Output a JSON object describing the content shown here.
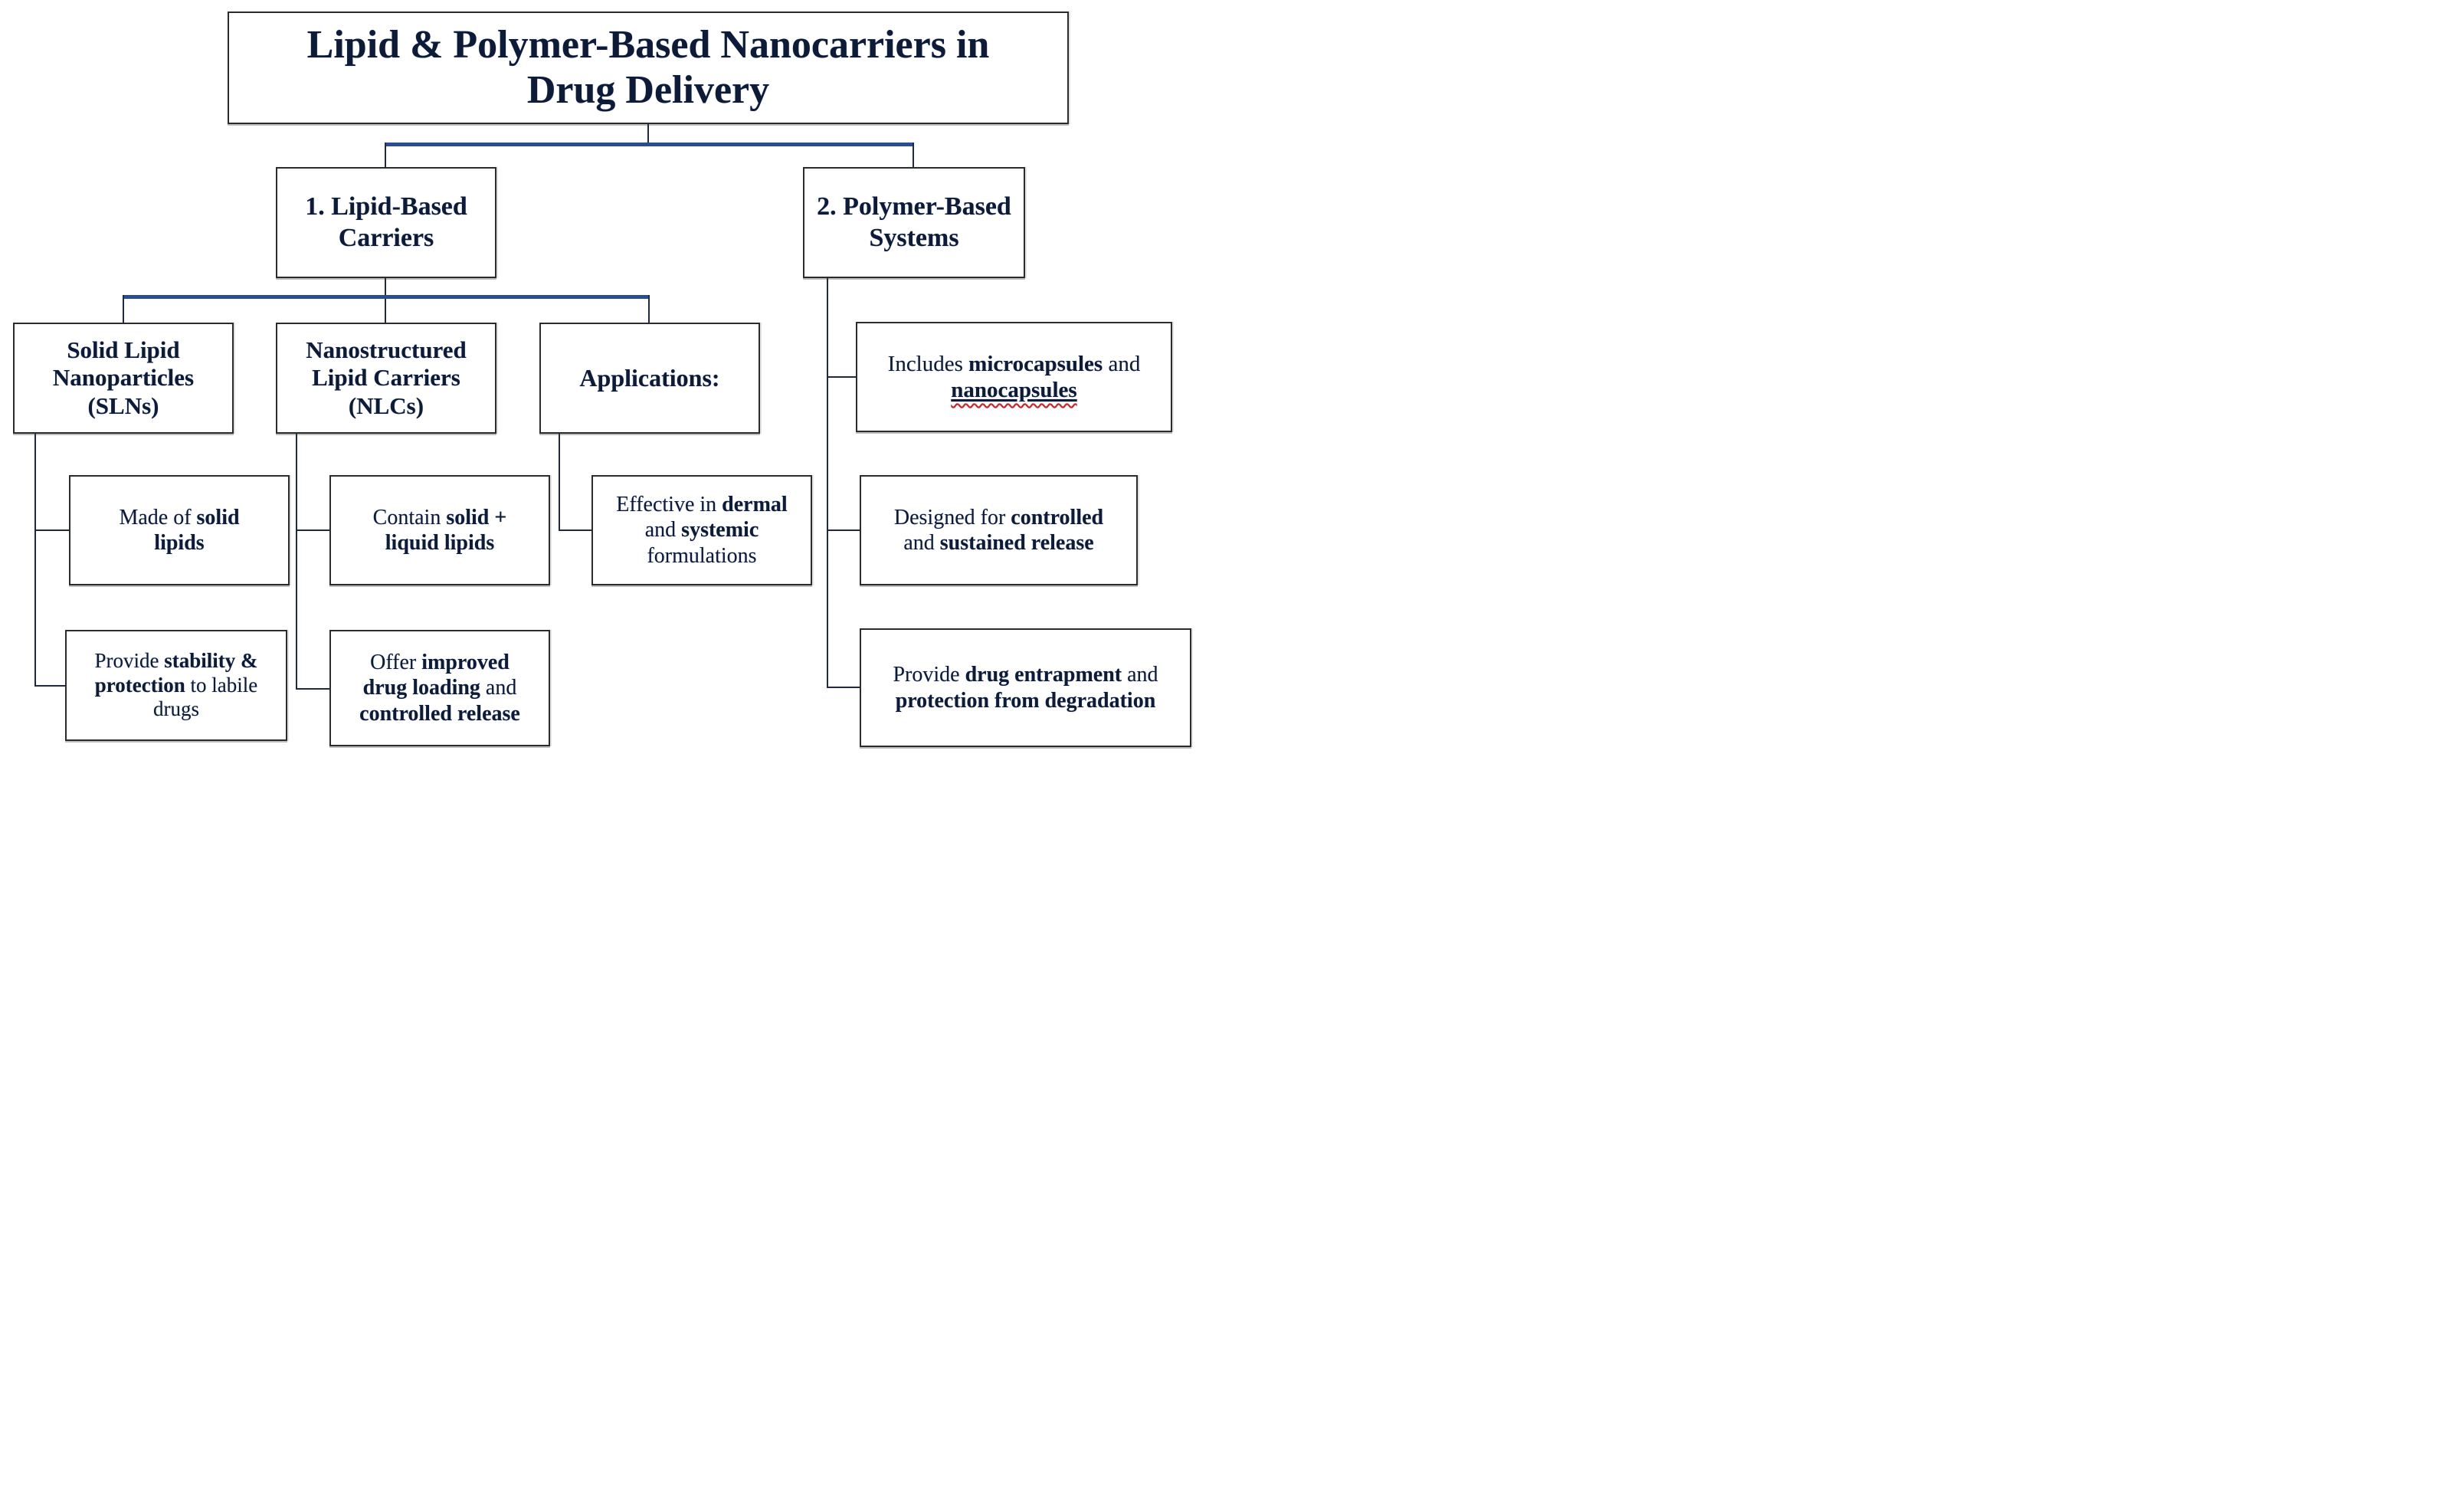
{
  "colors": {
    "text": "#0d1b36",
    "connector": "#202a3c",
    "connector_blue": "#2a4d8f",
    "box_border": "#2b2b2b",
    "spellcheck_red": "#cc2222"
  },
  "nodes": {
    "title": {
      "lines": [
        "Lipid & Polymer-Based Nanocarriers in",
        "Drug Delivery"
      ]
    },
    "lipid_carriers": {
      "lines": [
        "1. Lipid-Based",
        "Carriers"
      ]
    },
    "polymer_systems": {
      "lines": [
        "2. Polymer-Based",
        "Systems"
      ]
    },
    "sln": {
      "lines": [
        "Solid Lipid",
        "Nanoparticles",
        "(SLNs)"
      ]
    },
    "nlc": {
      "lines": [
        "Nanostructured",
        "Lipid Carriers",
        "(NLCs)"
      ]
    },
    "applications": {
      "lines": [
        "Applications:"
      ]
    },
    "includes": {
      "segments": [
        {
          "text": "Includes "
        },
        {
          "text": "microcapsules",
          "bold": true
        },
        {
          "text": " and\n"
        },
        {
          "text": "nanocapsules",
          "bold": true,
          "underline": true
        }
      ]
    },
    "made_of": {
      "segments": [
        {
          "text": "Made of "
        },
        {
          "text": "solid\nlipids",
          "bold": true
        }
      ]
    },
    "contain": {
      "segments": [
        {
          "text": "Contain "
        },
        {
          "text": "solid +\nliquid lipids",
          "bold": true
        }
      ]
    },
    "effective": {
      "segments": [
        {
          "text": "Effective in "
        },
        {
          "text": "dermal",
          "bold": true
        },
        {
          "text": "\nand "
        },
        {
          "text": "systemic",
          "bold": true
        },
        {
          "text": "\nformulations"
        }
      ]
    },
    "designed": {
      "segments": [
        {
          "text": "Designed for "
        },
        {
          "text": "controlled",
          "bold": true
        },
        {
          "text": "\nand "
        },
        {
          "text": "sustained release",
          "bold": true
        }
      ]
    },
    "stability": {
      "segments": [
        {
          "text": "Provide "
        },
        {
          "text": "stability &\nprotection",
          "bold": true
        },
        {
          "text": " to labile\ndrugs"
        }
      ]
    },
    "offer": {
      "segments": [
        {
          "text": "Offer "
        },
        {
          "text": "improved\ndrug loading",
          "bold": true
        },
        {
          "text": " and\n"
        },
        {
          "text": "controlled release",
          "bold": true
        }
      ]
    },
    "entrapment": {
      "segments": [
        {
          "text": "Provide "
        },
        {
          "text": "drug entrapment",
          "bold": true
        },
        {
          "text": " and\n"
        },
        {
          "text": "protection from degradation",
          "bold": true
        }
      ]
    }
  }
}
